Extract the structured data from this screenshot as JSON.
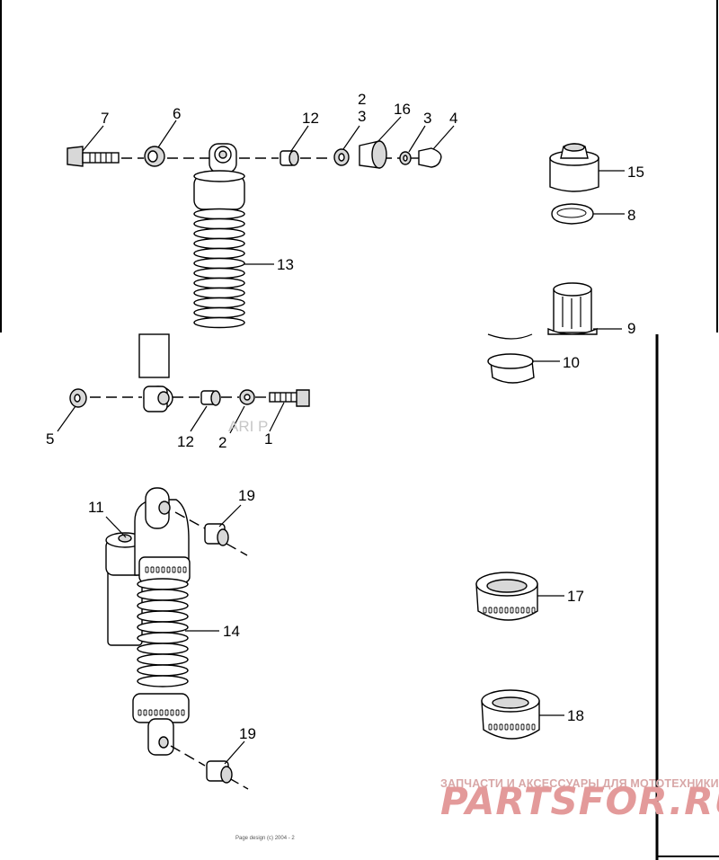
{
  "callouts": {
    "c7": "7",
    "c6": "6",
    "c12a": "12",
    "c2a": "2",
    "c3a": "3",
    "c16": "16",
    "c3b": "3",
    "c4": "4",
    "c15": "15",
    "c8": "8",
    "c13": "13",
    "c9": "9",
    "c10": "10",
    "c5": "5",
    "c12b": "12",
    "c2b": "2",
    "c1": "1",
    "c11": "11",
    "c19a": "19",
    "c14": "14",
    "c17": "17",
    "c18": "18",
    "c19b": "19"
  },
  "ghost_text": "ARI P",
  "watermark": {
    "tagline": "ЗАПЧАСТИ И АКСЕССУАРЫ ДЛЯ МОТОТЕХНИКИ",
    "brand": "PARTSFOR.RU"
  },
  "footer": "Page design (c) 2004 - 2",
  "colors": {
    "ink": "#000000",
    "paper": "#ffffff",
    "watermark": "#e39a9a"
  }
}
